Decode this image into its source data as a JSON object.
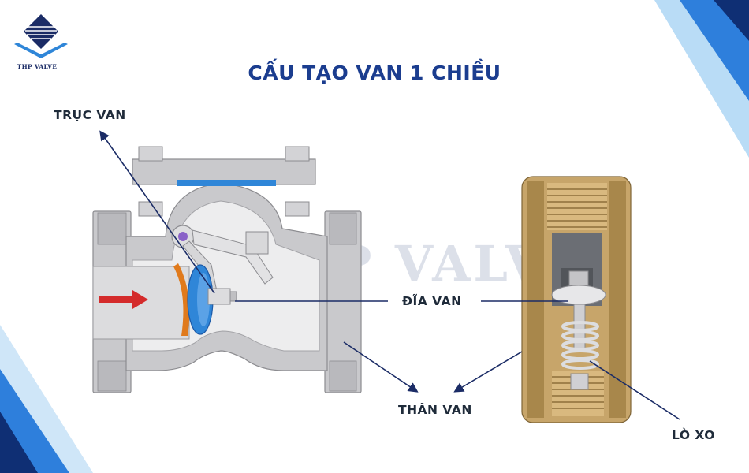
{
  "title": "CẤU TẠO VAN 1 CHIỀU",
  "brand": {
    "name": "THP VALVE",
    "watermark": "THP VALVE"
  },
  "labels": {
    "truc_van": "TRỤC VAN",
    "dia_van": "ĐĨA VAN",
    "than_van": "THÂN VAN",
    "lo_xo": "LÒ XO"
  },
  "colors": {
    "title": "#1b3d8f",
    "label": "#1f2b3a",
    "accent_blue": "#1f74d6",
    "navy": "#0e2a6b",
    "arrow_red": "#d42b2b",
    "gasket_orange": "#e07a1c",
    "valve_body": "#c9c9cc",
    "brass": "#c7a56a"
  }
}
